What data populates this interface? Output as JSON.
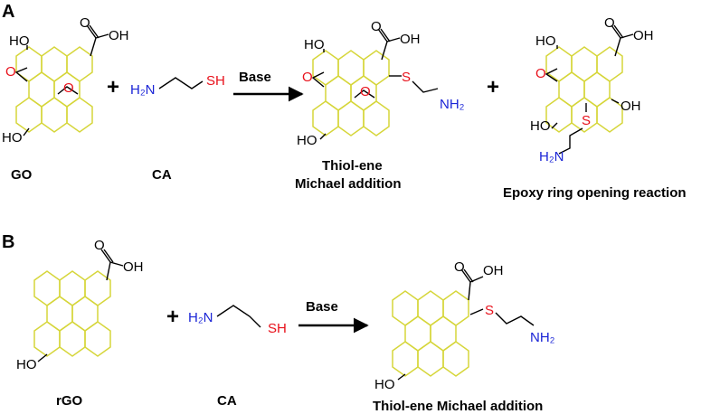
{
  "colors": {
    "graphene": "#d6d63a",
    "oxygen": "#e8101a",
    "nitrogen": "#1a24d6",
    "sulfur": "#e8101a",
    "bond": "#000000"
  },
  "panel_a": {
    "letter": "A",
    "reactant1_label": "GO",
    "reactant2_label": "CA",
    "plus": "+",
    "arrow_label": "Base",
    "product1_label_line1": "Thiol-ene",
    "product1_label_line2": "Michael addition",
    "plus2": "+",
    "product2_label": "Epoxy ring opening reaction"
  },
  "panel_b": {
    "letter": "B",
    "reactant1_label": "rGO",
    "reactant2_label": "CA",
    "plus": "+",
    "arrow_label": "Base",
    "product_label": "Thiol-ene Michael addition"
  },
  "atoms": {
    "cooh": "OH",
    "cooh_o": "O",
    "ho": "HO",
    "oh": "OH",
    "o": "O",
    "s": "S",
    "sh": "SH",
    "h2n": "H₂N",
    "nh2": "NH₂"
  }
}
